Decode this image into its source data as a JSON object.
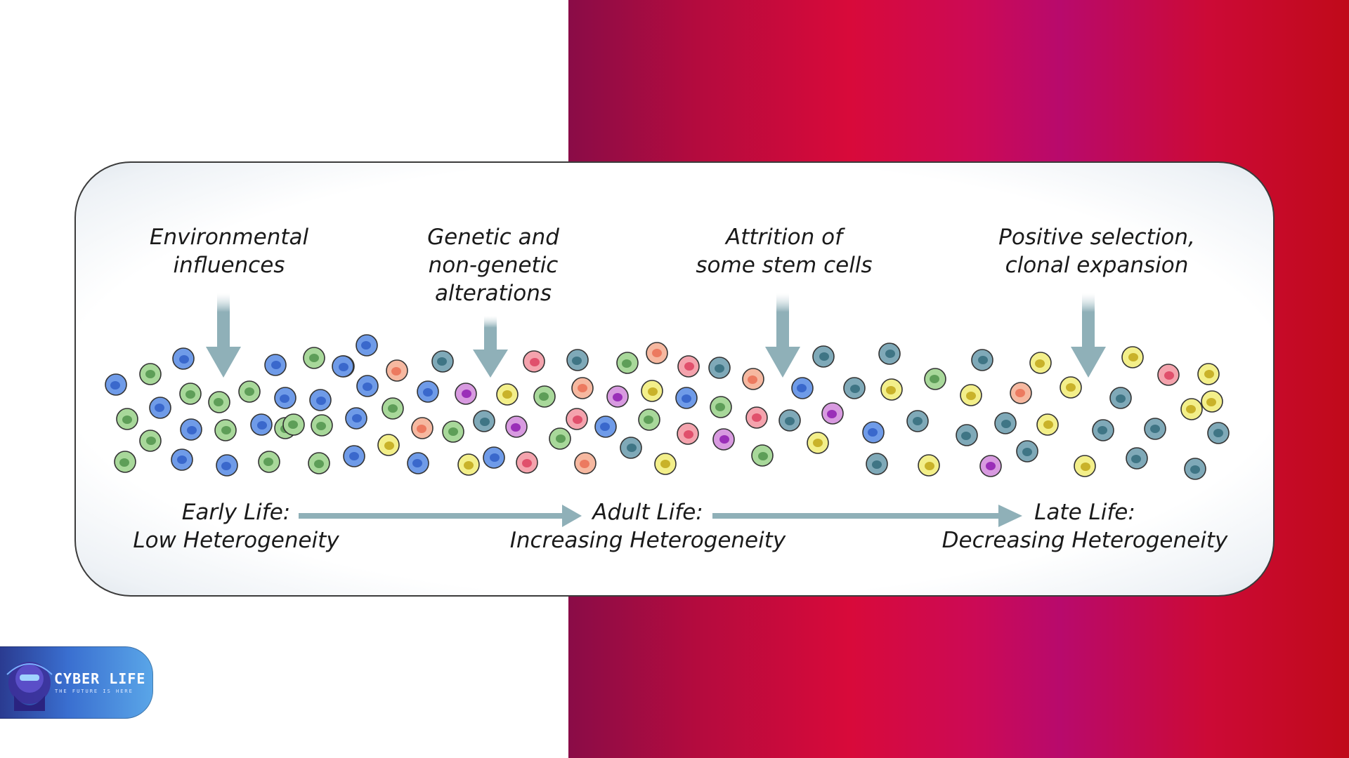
{
  "top_labels": [
    {
      "lines": [
        "Environmental",
        "influences"
      ]
    },
    {
      "lines": [
        "Genetic and",
        "non-genetic",
        "alterations"
      ]
    },
    {
      "lines": [
        "Attrition of",
        "some stem cells"
      ]
    },
    {
      "lines": [
        "Positive selection,",
        "clonal expansion"
      ]
    }
  ],
  "stages": [
    {
      "title": "Early Life:",
      "subtitle": "Low Heterogeneity"
    },
    {
      "title": "Adult Life:",
      "subtitle": "Increasing Heterogeneity"
    },
    {
      "title": "Late Life:",
      "subtitle": "Decreasing Heterogeneity"
    }
  ],
  "logo": {
    "title": "CYBER LIFE",
    "tagline": "THE FUTURE IS HERE"
  },
  "colors": {
    "arrow": "#8fb0b8",
    "cell_types": {
      "blue": [
        "#6f9be8",
        "#3a68cc"
      ],
      "green": [
        "#a8d89a",
        "#5e9e58"
      ],
      "teal": [
        "#7fa9b8",
        "#3f7585"
      ],
      "pink": [
        "#f4a3ad",
        "#e0506c"
      ],
      "yellow": [
        "#f3ef8a",
        "#c9b22a"
      ],
      "purple": [
        "#d89ae0",
        "#9a2fb8"
      ],
      "salmon": [
        "#f6b8a0",
        "#ec7a60"
      ]
    }
  }
}
